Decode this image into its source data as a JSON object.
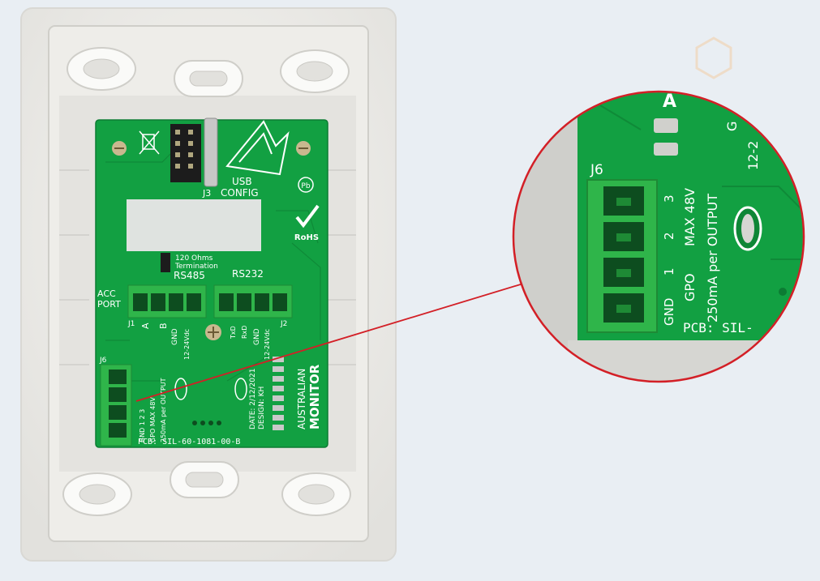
{
  "colors": {
    "background": "#e9eef3",
    "plate": "#f1f0ed",
    "pcb": "#12a042",
    "connector": "#2fb54a",
    "callout_line": "#d31f26",
    "watermark": "#eedcc8"
  },
  "board": {
    "connector_j3": "J3",
    "usb_config_1": "USB",
    "usb_config_2": "CONFIG",
    "termination_1": "120 Ohms",
    "termination_2": "Termination",
    "rs485": "RS485",
    "rs232": "RS232",
    "acc_1": "ACC",
    "acc_2": "PORT",
    "j1": "J1",
    "j2": "J2",
    "j1_pin_a": "A",
    "j1_pin_b": "B",
    "j1_pin_gnd": "GND",
    "j1_pin_vdc": "12-24Vdc",
    "j2_pin_txd": "TxD",
    "j2_pin_rxd": "RxD",
    "j2_pin_gnd": "GND",
    "j2_pin_vdc": "12-24Vdc",
    "j6": "J6",
    "j6_pins": "GND  1   2   3",
    "j6_gpo": "GPO   MAX 48V",
    "j6_current": "250mA per OUTPUT",
    "brand_1": "AUSTRALIAN",
    "brand_2": "MONITOR",
    "date": "DATE: 2/12/2021",
    "design": "DESIGN: KH",
    "pcb_code": "PCB:  SIL-60-1081-00-B",
    "pb": "Pb",
    "rohs": "RoHS"
  },
  "zoom": {
    "j6": "J6",
    "pin1": "1",
    "pin2": "2",
    "pin3": "3",
    "gnd": "GND",
    "gpo": "GPO",
    "max": "MAX 48V",
    "current": "250mA per OUTPUT",
    "pcb_partial": "PCB:  SIL-",
    "vdc_partial": "12-2",
    "letter_a": "A",
    "letter_g": "G"
  }
}
